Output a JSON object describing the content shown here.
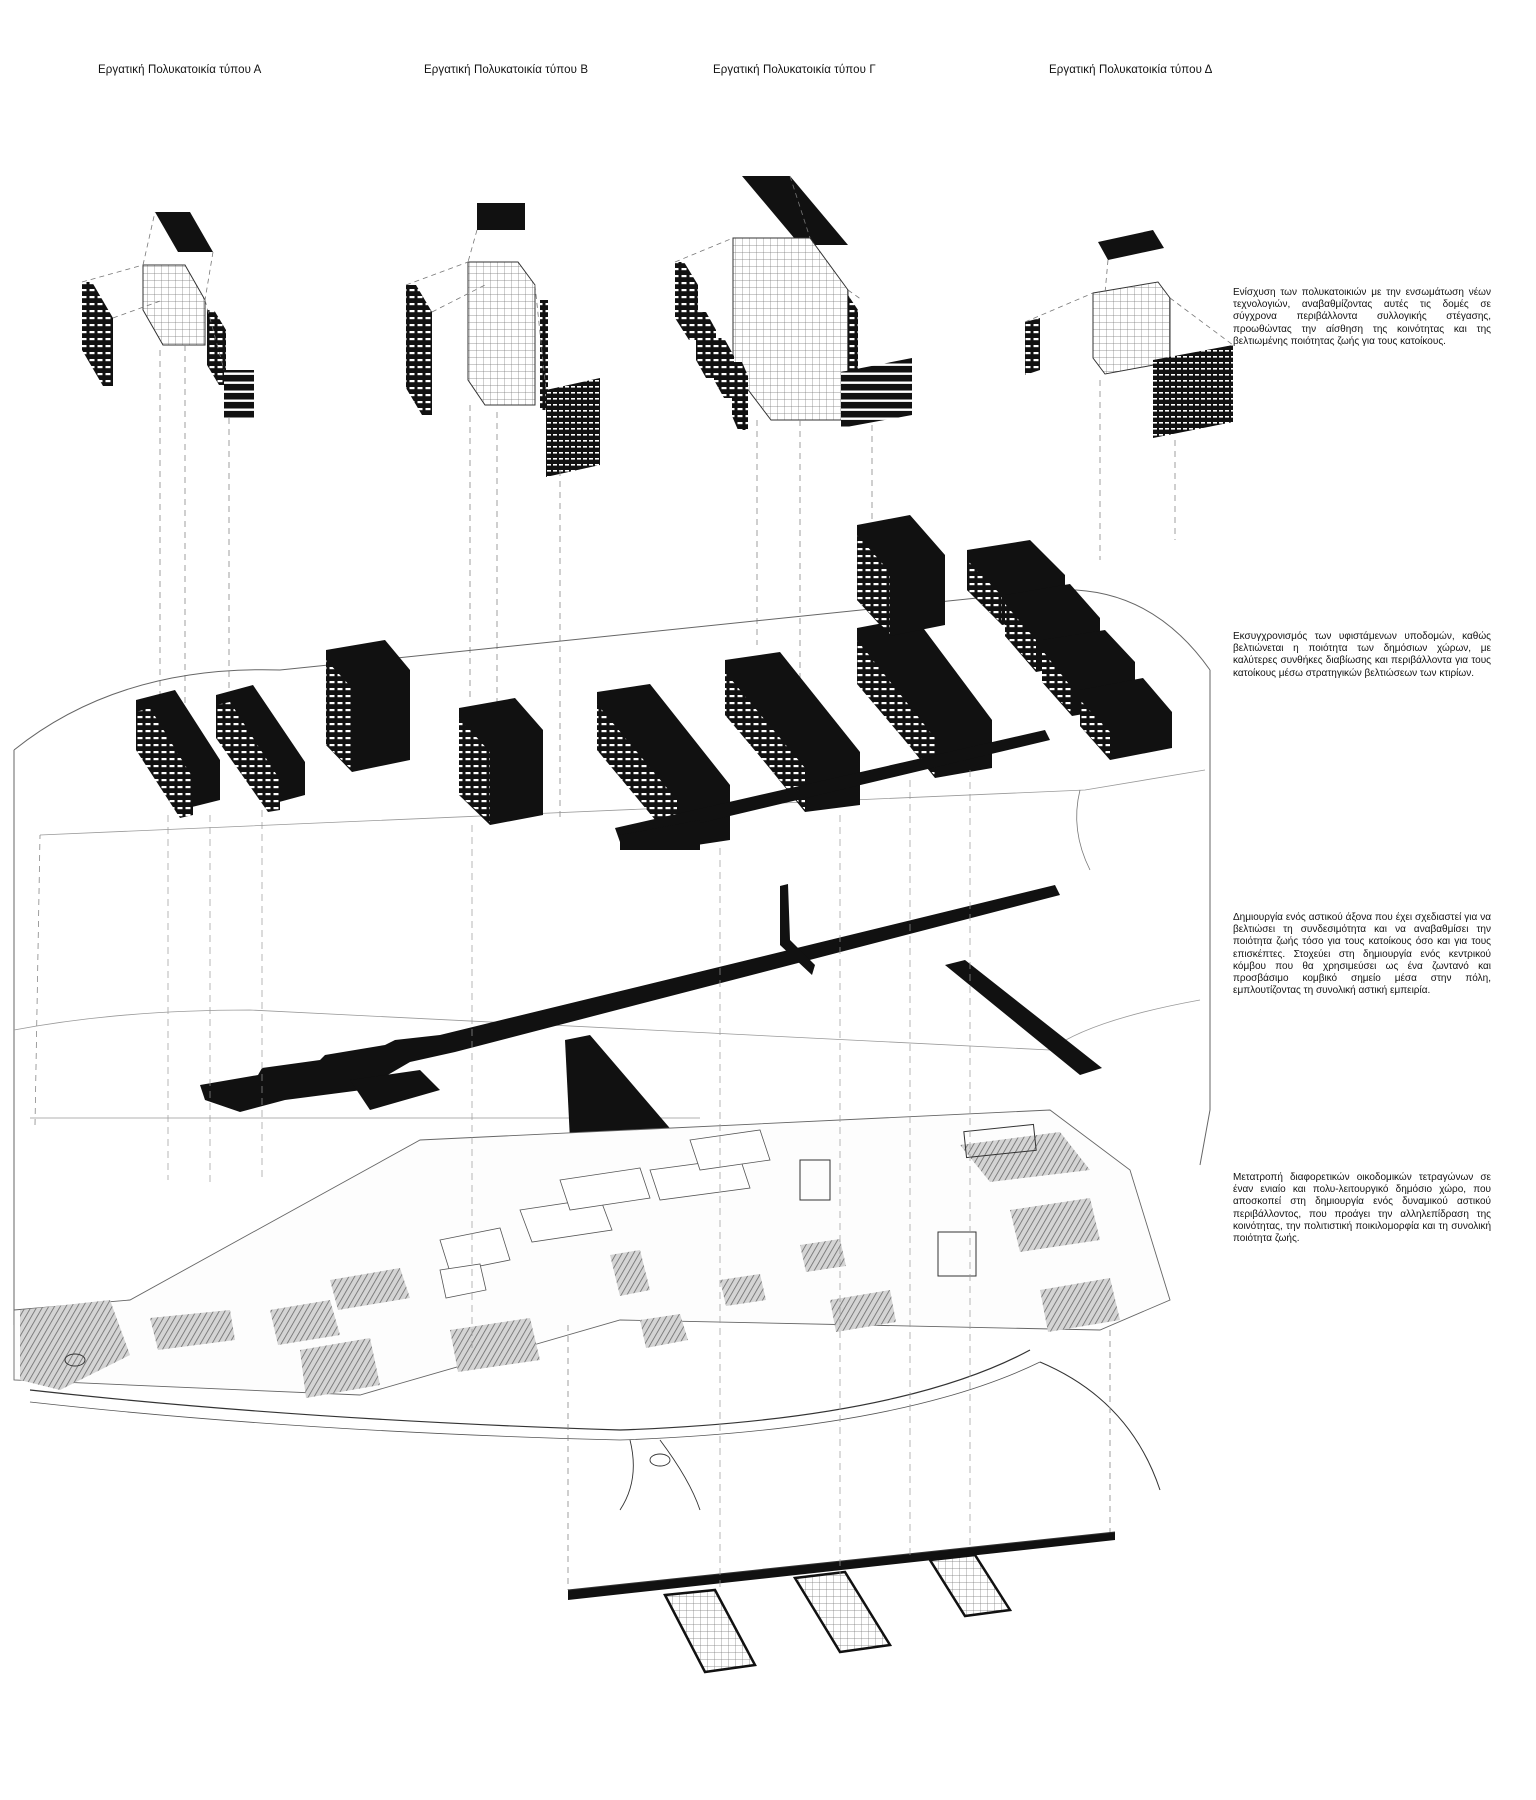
{
  "titles": {
    "type_a": "Εργατική Πολυκατοικία τύπου Α",
    "type_b": "Εργατική Πολυκατοικία τύπου Β",
    "type_g": "Εργατική Πολυκατοικία τύπου Γ",
    "type_d": "Εργατική Πολυκατοικία τύπου Δ"
  },
  "descriptions": {
    "technology": "Ενίσχυση των πολυκατοικιών με την ενσωμάτωση νέων τεχνολογιών, αναβαθμίζοντας αυτές τις δομές σε σύγχρονα περιβάλλοντα συλλογικής στέγασης, προωθώντας την αίσθηση της κοινότητας και της βελτιωμένης ποιότητας ζωής για τους κατοίκους.",
    "infrastructure": "Εκσυγχρονισμός των υφιστάμενων υποδομών, καθώς βελτιώνεται η ποιότητα των δημόσιων χώρων, με καλύτερες συνθήκες διαβίωσης και περιβάλλοντα για τους κατοίκους μέσω στρατηγικών βελτιώσεων των κτιρίων.",
    "urban_axis": "Δημιουργία ενός αστικού άξονα που έχει σχεδιαστεί για να βελτιώσει τη συνδεσιμότητα και να αναβαθμίσει την ποιότητα ζωής τόσο για τους κατοίκους όσο και για τους επισκέπτες. Στοχεύει στη δημιουργία ενός κεντρικού κόμβου που θα χρησιμεύσει ως ένα ζωντανό και προσβάσιμο κομβικό σημείο μέσα στην πόλη, εμπλουτίζοντας τη συνολική αστική εμπειρία.",
    "public_space": "Μετατροπή διαφορετικών οικοδομικών τετραγώνων σε έναν ενιαίο και πολυ-λειτουργικό δημόσιο χώρο, που αποσκοπεί στη δημιουργία ενός δυναμικού αστικού περιβάλλοντος, που προάγει την αλληλεπίδραση της κοινότητας, την πολιτιστική ποικιλομορφία και τη συνολική ποιότητα ζωής."
  },
  "colors": {
    "ink": "#111111",
    "line": "#555555",
    "paper": "#ffffff",
    "fill_gray": "#8c8c8c"
  }
}
